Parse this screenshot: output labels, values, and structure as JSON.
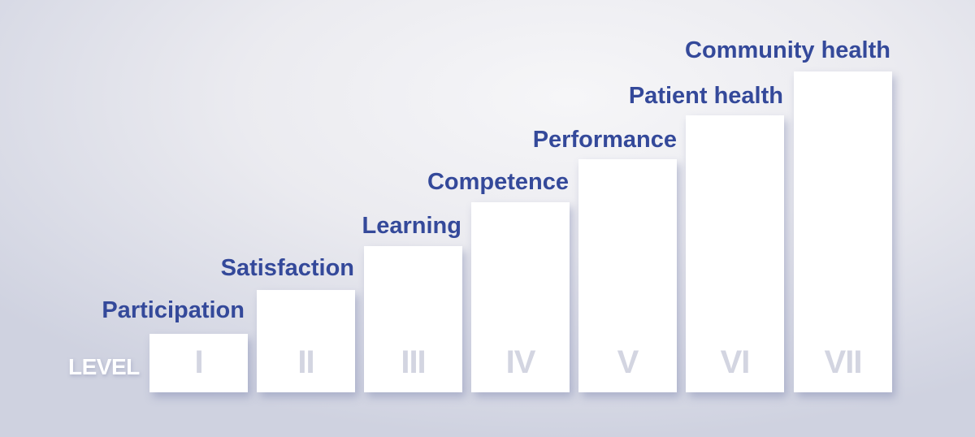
{
  "level_label": "LEVEL",
  "colors": {
    "label_text": "#34499a",
    "bar_fill": "#ffffff",
    "numeral_text": "#d3d5e1",
    "background": "#e6e7ee"
  },
  "levels": [
    {
      "numeral": "I",
      "label": "Participation"
    },
    {
      "numeral": "II",
      "label": "Satisfaction"
    },
    {
      "numeral": "III",
      "label": "Learning"
    },
    {
      "numeral": "IV",
      "label": "Competence"
    },
    {
      "numeral": "V",
      "label": "Performance"
    },
    {
      "numeral": "VI",
      "label": "Patient health"
    },
    {
      "numeral": "VII",
      "label": "Community health"
    }
  ]
}
